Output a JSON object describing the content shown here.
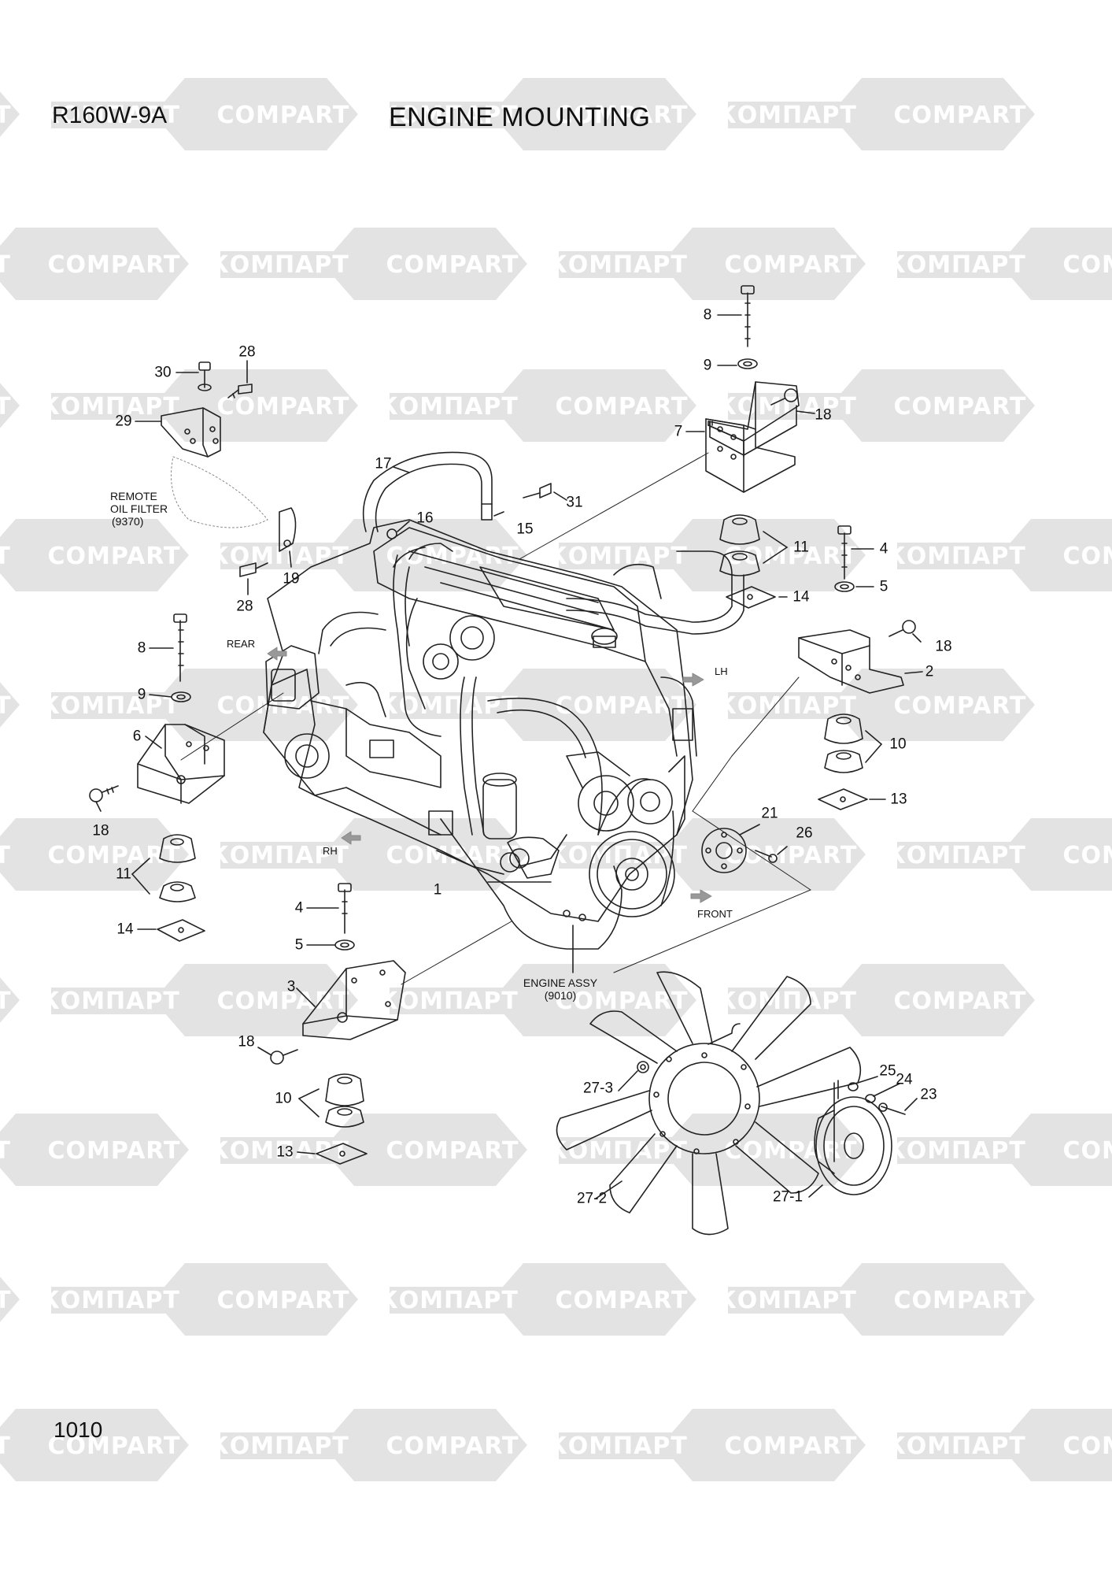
{
  "header": {
    "model": "R160W-9A",
    "title": "ENGINE MOUNTING"
  },
  "footer": {
    "page_number": "1010"
  },
  "watermark": {
    "text_cyrillic": "КОМПАРТ",
    "text_latin": "COMPART",
    "color": "#e3e3e3"
  },
  "direction_labels": {
    "rear": "REAR",
    "lh": "LH",
    "rh": "RH",
    "front": "FRONT"
  },
  "notes": {
    "remote_oil_filter_line1": "REMOTE",
    "remote_oil_filter_line2": "OIL FILTER",
    "remote_oil_filter_line3": "(9370)",
    "engine_assy_line1": "ENGINE ASSY",
    "engine_assy_line2": "(9010)"
  },
  "part_callouts": {
    "p1": "1",
    "p2": "2",
    "p3": "3",
    "p4a": "4",
    "p4b": "4",
    "p5a": "5",
    "p5b": "5",
    "p6": "6",
    "p7": "7",
    "p8a": "8",
    "p8b": "8",
    "p9a": "9",
    "p9b": "9",
    "p10a": "10",
    "p10b": "10",
    "p11a": "11",
    "p11b": "11",
    "p13a": "13",
    "p13b": "13",
    "p14a": "14",
    "p14b": "14",
    "p15": "15",
    "p16": "16",
    "p17": "17",
    "p18a": "18",
    "p18b": "18",
    "p18c": "18",
    "p18d": "18",
    "p19": "19",
    "p21": "21",
    "p23": "23",
    "p24": "24",
    "p25": "25",
    "p26": "26",
    "p27_1": "27-1",
    "p27_2": "27-2",
    "p27_3": "27-3",
    "p28a": "28",
    "p28b": "28",
    "p29": "29",
    "p30": "30",
    "p31": "31"
  }
}
